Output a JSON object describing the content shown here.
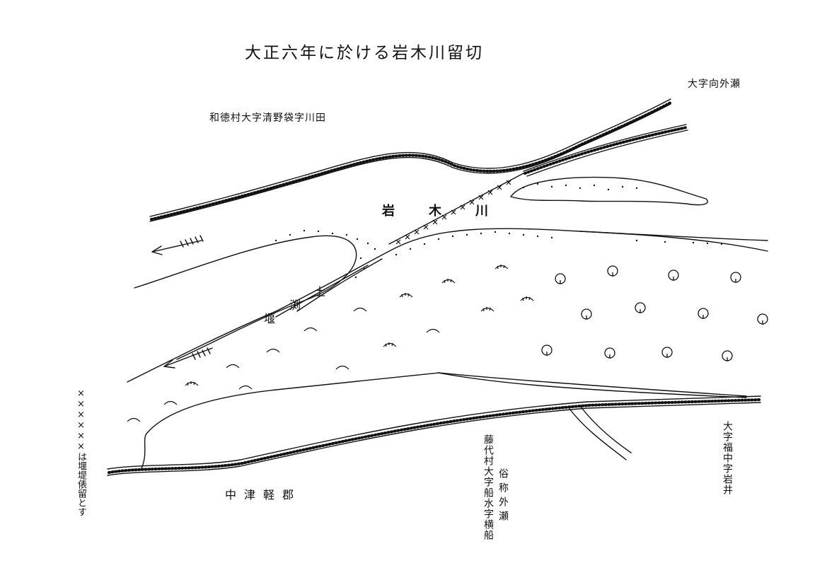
{
  "title": "大正六年に於ける岩木川留切",
  "river_name": "岩木川",
  "river_chars": [
    "岩",
    "木",
    "川"
  ],
  "place_labels": {
    "northwest": "和徳村大字清野袋字川田",
    "northeast": "大字向外瀬",
    "southwest": "中津軽郡",
    "south_village": "藤代村大字船水字横船",
    "south_common_name": "俗称外瀬",
    "southeast": "大字福中字岩井"
  },
  "dike_label": "土",
  "dike_chars": [
    "土",
    "渕",
    "堰"
  ],
  "legend_note": "××××××は堰堤俵留とす",
  "colors": {
    "ink": "#111111",
    "paper": "#ffffff"
  },
  "icons": [
    "flow-arrow-icon",
    "tree-icon",
    "grass-tuft-icon",
    "gravel-dots"
  ]
}
